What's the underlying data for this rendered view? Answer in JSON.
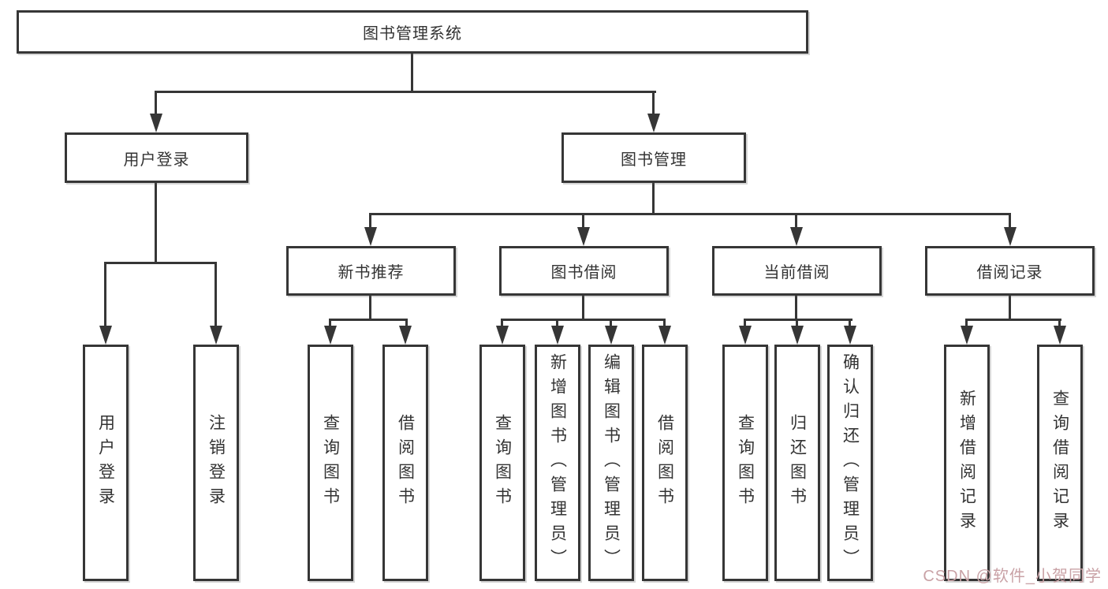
{
  "diagram_title": "图书管理系统",
  "nodes": {
    "root": "图书管理系统",
    "user_login": "用户登录",
    "book_mgmt": "图书管理",
    "new_book": "新书推荐",
    "book_borrow": "图书借阅",
    "current_borrow": "当前借阅",
    "borrow_record": "借阅记录",
    "leaf_user_login": "用户登录",
    "leaf_logout": "注销登录",
    "leaf_nb_query": "查询图书",
    "leaf_nb_borrow": "借阅图书",
    "leaf_bb_query": "查询图书",
    "leaf_bb_add": "新增图书（管理员）",
    "leaf_bb_edit": "编辑图书（管理员）",
    "leaf_bb_borrow": "借阅图书",
    "leaf_cb_query": "查询图书",
    "leaf_cb_return": "归还图书",
    "leaf_cb_confirm": "确认归还（管理员）",
    "leaf_br_add": "新增借阅记录",
    "leaf_br_query": "查询借阅记录"
  },
  "hierarchy": {
    "图书管理系统": {
      "用户登录": [
        "用户登录",
        "注销登录"
      ],
      "图书管理": {
        "新书推荐": [
          "查询图书",
          "借阅图书"
        ],
        "图书借阅": [
          "查询图书",
          "新增图书（管理员）",
          "编辑图书（管理员）",
          "借阅图书"
        ],
        "当前借阅": [
          "查询图书",
          "归还图书",
          "确认归还（管理员）"
        ],
        "借阅记录": [
          "新增借阅记录",
          "查询借阅记录"
        ]
      }
    }
  },
  "watermark": "CSDN @软件_小贺同学",
  "colors": {
    "line": "#363636",
    "box_border": "#363636",
    "text": "#333333",
    "background": "#ffffff",
    "watermark": "#c9a2a6"
  }
}
